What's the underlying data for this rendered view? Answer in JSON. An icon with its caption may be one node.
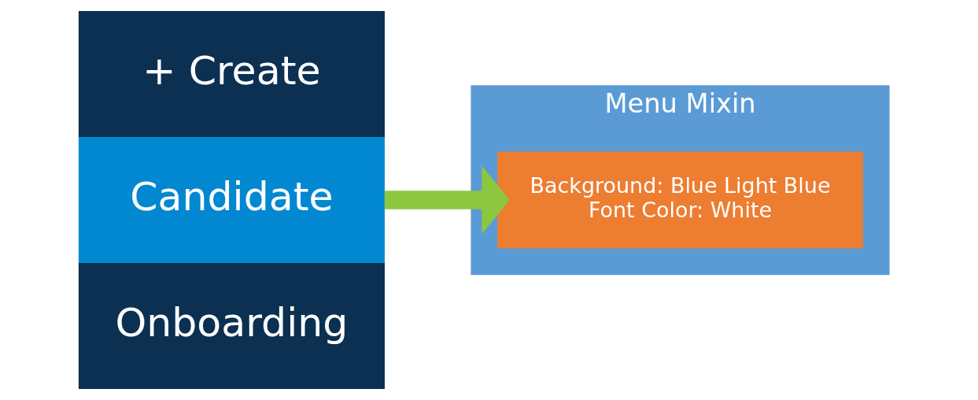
{
  "diagram": {
    "nodes": [
      {
        "text": [
          "+ Create"
        ]
      },
      {
        "text": [
          "Candidate"
        ]
      },
      {
        "text": [
          "Onboarding"
        ]
      },
      {
        "text": [
          "Menu Mixin"
        ]
      },
      {
        "text": [
          "Background: Blue Light Blue",
          "Font Color: White"
        ],
        "in": 3
      }
    ],
    "edges": [
      {
        "from": 1,
        "to": 4,
        "arrow": "to",
        "color": "#8dc63f"
      }
    ]
  }
}
